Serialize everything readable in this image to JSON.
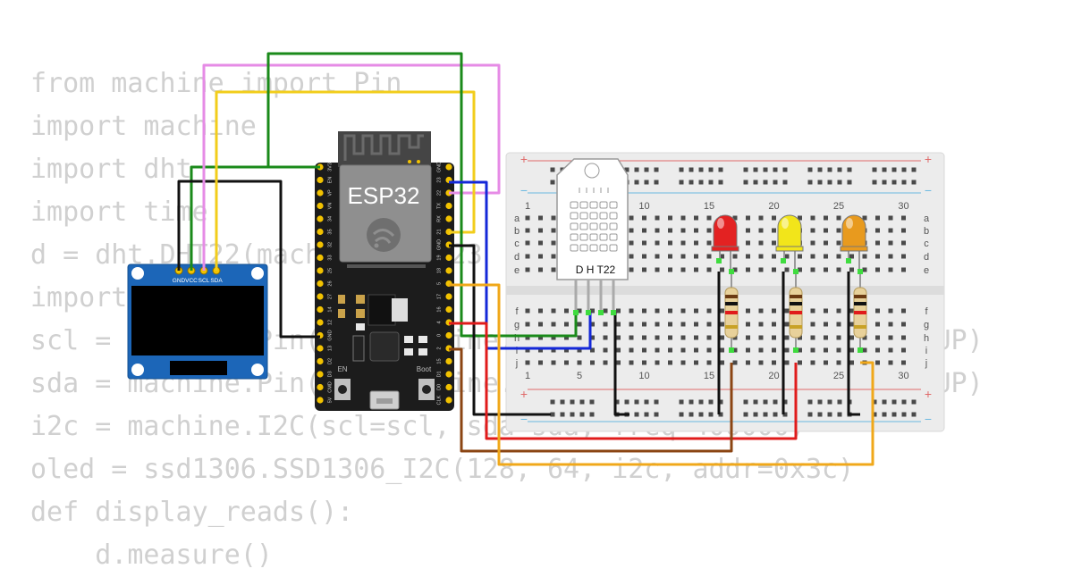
{
  "code_lines": [
    "from machine import Pin",
    "import machine",
    "import dht",
    "import time",
    "d = dht.DHT22(machine.Pin(23",
    "import",
    "scl = machine.Pin(22, machine.Pin.OUT, machine.Pin.PULL_UP)",
    "sda = machine.Pin(21, machine.Pin.OUT, machine.Pin.PULL_UP)",
    "i2c = machine.I2C(scl=scl, sda=sda, freq=400000)",
    "oled = ssd1306.SSD1306_I2C(128, 64, i2c, addr=0x3c)",
    "def display_reads():",
    "    d.measure()"
  ],
  "esp32": {
    "label": "ESP32",
    "left_pins": [
      "3V3",
      "EN",
      "VP",
      "VN",
      "34",
      "35",
      "32",
      "33",
      "25",
      "26",
      "27",
      "14",
      "12",
      "GND",
      "13",
      "D2",
      "D3",
      "CMD",
      "5V"
    ],
    "right_pins": [
      "GND",
      "23",
      "22",
      "TX",
      "RX",
      "21",
      "GND",
      "19",
      "18",
      "5",
      "17",
      "16",
      "4",
      "0",
      "2",
      "15",
      "D1",
      "D0",
      "CLK"
    ],
    "en_label": "EN",
    "boot_label": "Boot"
  },
  "oled": {
    "pins": [
      "GND",
      "VCC",
      "SCL",
      "SDA"
    ]
  },
  "dht": {
    "label": "D H T22"
  },
  "breadboard": {
    "row_labels_top": [
      "a",
      "b",
      "c",
      "d",
      "e"
    ],
    "row_labels_bottom": [
      "f",
      "g",
      "h",
      "i",
      "j"
    ],
    "column_numbers": [
      "1",
      "5",
      "10",
      "15",
      "20",
      "25",
      "30"
    ],
    "plus_sign": "+",
    "minus_sign": "−"
  },
  "leds": [
    {
      "color": "red",
      "hex": "#e32222"
    },
    {
      "color": "yellow",
      "hex": "#f2e51a"
    },
    {
      "color": "orange",
      "hex": "#e89a1e"
    }
  ],
  "wire_colors": {
    "green": "#1a8a1a",
    "pink": "#e68be6",
    "yellow": "#f2cd1b",
    "black": "#111111",
    "blue": "#1428d8",
    "red": "#e01b1b",
    "brown": "#8b4513",
    "orange": "#f0a81a"
  }
}
